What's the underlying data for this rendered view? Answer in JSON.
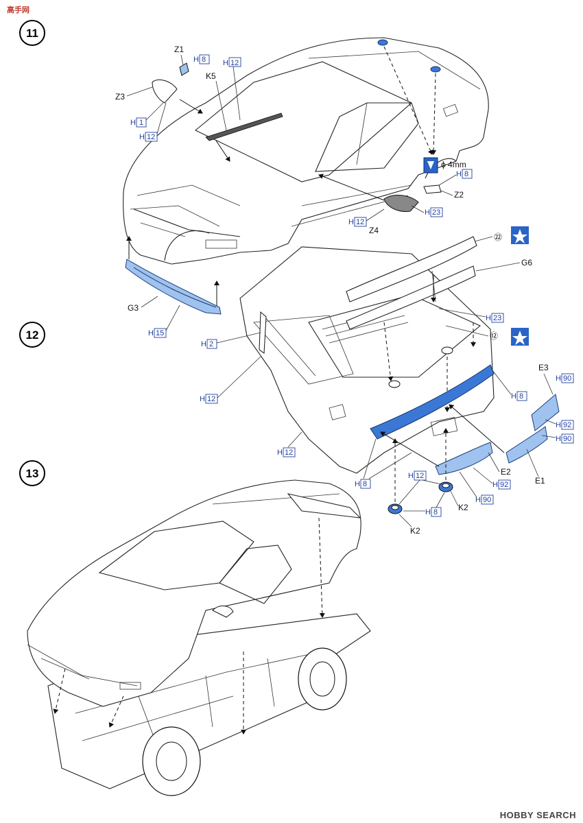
{
  "watermark_top": "高手网",
  "watermark_bottom": "HOBBY SEARCH",
  "steps": {
    "s11": "11",
    "s12": "12",
    "s13": "13"
  },
  "parts": {
    "z1": "Z1",
    "z2": "Z2",
    "z3": "Z3",
    "z4": "Z4",
    "k5": "K5",
    "g3": "G3",
    "g6": "G6",
    "e1": "E1",
    "e2": "E2",
    "e3": "E3",
    "k2a": "K2",
    "k2b": "K2",
    "p22": "㉒",
    "p12": "⑫",
    "drill": "ϕ 4mm"
  },
  "h_prefix": "H",
  "colors": {
    "h8": "8",
    "h12": "12",
    "h1": "1",
    "h15": "15",
    "h2": "2",
    "h23": "23",
    "h90": "90",
    "h92": "92"
  },
  "icons": [
    "star-icon",
    "drill-icon"
  ]
}
